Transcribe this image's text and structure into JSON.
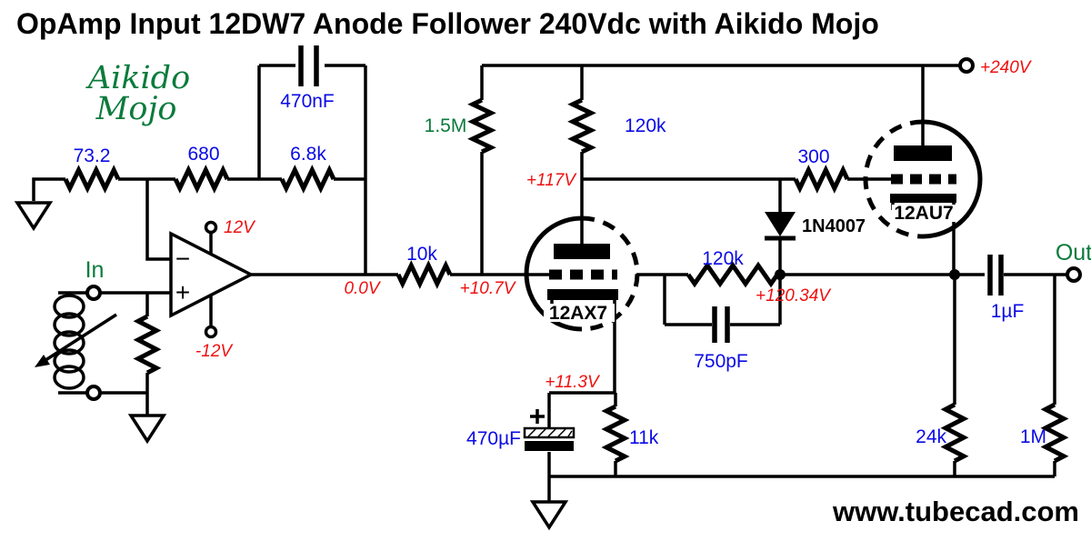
{
  "title": "OpAmp Input 12DW7 Anode Follower 240Vdc with Aikido Mojo",
  "site": "www.tubecad.com",
  "logo": {
    "line1": "Aikido",
    "line2": "Mojo"
  },
  "terminals": {
    "in": "In",
    "out": "Out",
    "b_plus": "+240V"
  },
  "opamp": {
    "minus": "−",
    "plus": "+",
    "v_plus": "12V",
    "v_minus": "-12V"
  },
  "tubes": {
    "input": "12AX7",
    "output": "12AU7"
  },
  "diode": "1N4007",
  "parts": {
    "r_gnd": "73.2",
    "r_series": "680",
    "r_fb": "6.8k",
    "c_fb": "470nF",
    "r_out": "10k",
    "r_gridleak": "1.5M",
    "r_plate": "120k",
    "r_mojo": "120k",
    "c_mojo": "750pF",
    "r_grid2": "300",
    "c_out": "1µF",
    "c_k": "470µF",
    "r_k": "11k",
    "r_load": "24k",
    "r_bleed": "1M"
  },
  "volts": {
    "opamp_out": "0.0V",
    "grid1": "+10.7V",
    "plate": "+117V",
    "k1": "+11.3V",
    "out_node": "+120.34V"
  },
  "colors": {
    "value_blue": "#0a0ae6",
    "voltage_red": "#ee1111",
    "signal_green": "#0b7b3c",
    "ink": "#000000"
  }
}
